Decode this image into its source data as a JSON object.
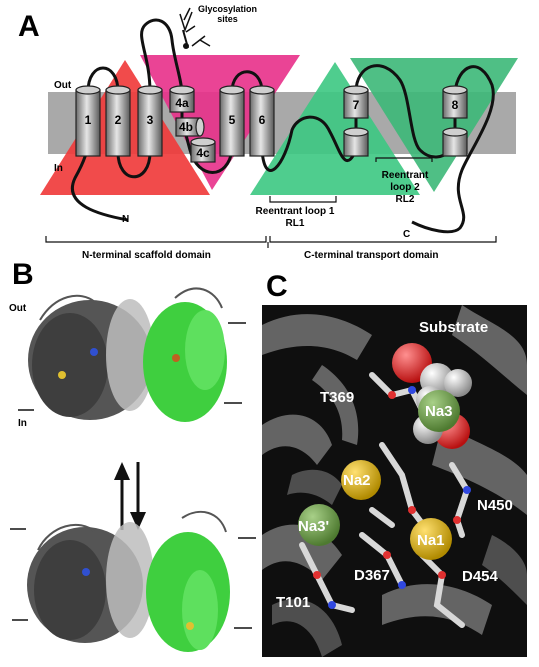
{
  "panel_a": {
    "letter": "A",
    "out_label": "Out",
    "in_label": "In",
    "glyco_label_line1": "Glycosylation",
    "glyco_label_line2": "sites",
    "helices": [
      "1",
      "2",
      "3",
      "4a",
      "4b",
      "4c",
      "5",
      "6",
      "7",
      "8"
    ],
    "n_term": "N",
    "c_term": "C",
    "rl1_line1": "Reentrant loop 1",
    "rl1_line2": "RL1",
    "rl2_line1": "Reentrant",
    "rl2_line2": "loop 2",
    "rl2_line3": "RL2",
    "domain_n": "N-terminal scaffold domain",
    "domain_c": "C-terminal transport domain",
    "colors": {
      "red": "#f03c3c",
      "magenta": "#e8308a",
      "green": "#3cc882",
      "membrane": "#a8a8a8"
    }
  },
  "panel_b": {
    "letter": "B",
    "out_label": "Out",
    "in_label": "In"
  },
  "panel_c": {
    "letter": "C",
    "labels": {
      "substrate": "Substrate",
      "t369": "T369",
      "na3": "Na3",
      "na2": "Na2",
      "n450": "N450",
      "na3p": "Na3'",
      "na1": "Na1",
      "d367": "D367",
      "d454": "D454",
      "t101": "T101"
    }
  }
}
